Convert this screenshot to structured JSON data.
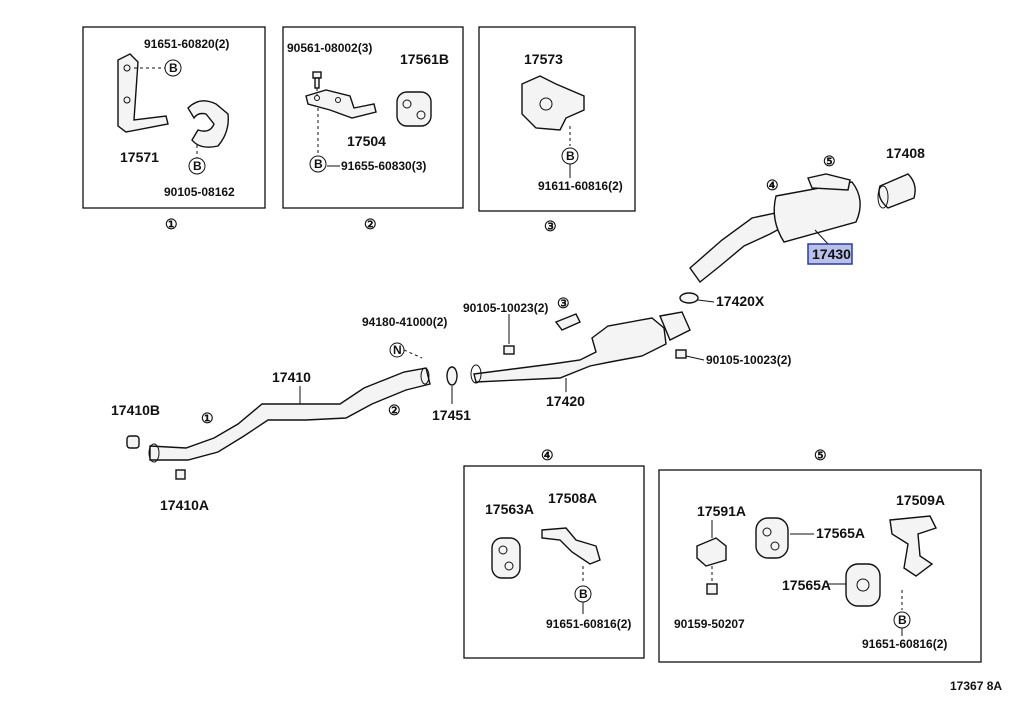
{
  "diagram": {
    "ref": "17367 8A",
    "boxes": [
      {
        "num": "①",
        "labels": [
          "91651-60820(2)",
          "17571",
          "90105-08162"
        ]
      },
      {
        "num": "②",
        "labels": [
          "90561-08002(3)",
          "17561B",
          "17504",
          "91655-60830(3)"
        ]
      },
      {
        "num": "③",
        "labels": [
          "17573",
          "91611-60816(2)"
        ]
      },
      {
        "num": "④",
        "labels": [
          "17563A",
          "17508A",
          "91651-60816(2)"
        ]
      },
      {
        "num": "⑤",
        "labels": [
          "17591A",
          "17565A",
          "17565A",
          "17509A",
          "90159-50207",
          "91651-60816(2)"
        ]
      }
    ],
    "main_labels": {
      "p17408": "17408",
      "p17430": "17430",
      "p17420X": "17420X",
      "p17420": "17420",
      "p17410": "17410",
      "p17410B": "17410B",
      "p17410A": "17410A",
      "p17451": "17451",
      "bolt_upper": "90105-10023(2)",
      "bolt_lower": "90105-10023(2)",
      "nut": "94180-41000(2)"
    },
    "callouts": {
      "c1": "①",
      "c2": "②",
      "c3": "③",
      "c4": "④",
      "c5": "⑤"
    },
    "markers": {
      "b": "B",
      "n": "N"
    },
    "highlight": "17430"
  }
}
